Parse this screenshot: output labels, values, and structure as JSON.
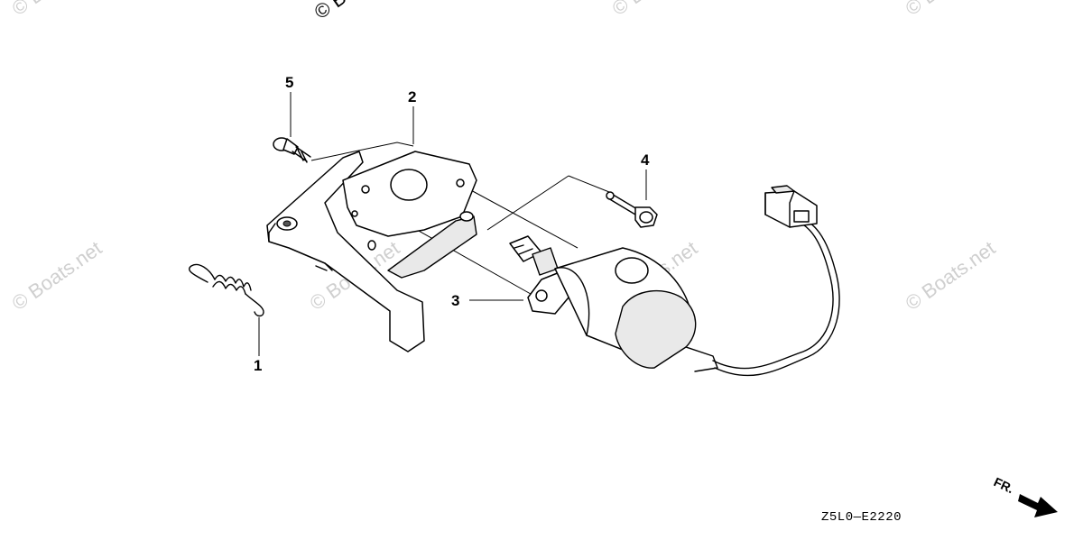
{
  "watermark": {
    "text": "© Boats.net"
  },
  "callouts": {
    "p1": "1",
    "p2": "2",
    "p3": "3",
    "p4": "4",
    "p5": "5"
  },
  "diagram_code": "Z5L0—E2220",
  "front_indicator": {
    "label": "FR.",
    "icon": "arrow-icon"
  },
  "colors": {
    "line": "#000000",
    "watermark": "#cfcfcf",
    "background": "#ffffff"
  }
}
